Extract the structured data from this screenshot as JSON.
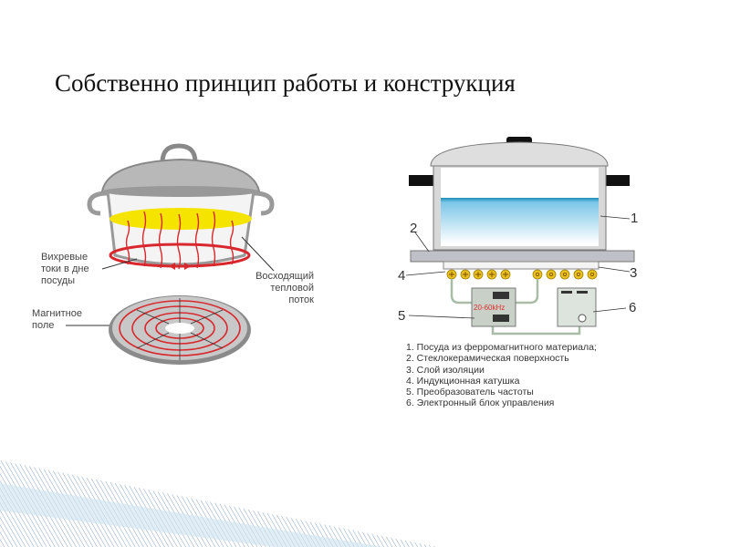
{
  "slide": {
    "title": "Собственно принцип работы и конструкция"
  },
  "left_diagram": {
    "labels": {
      "eddy_currents": [
        "Вихревые",
        "токи в дне",
        "посуды"
      ],
      "heat_flow": [
        "Восходящий",
        "тепловой",
        "поток"
      ],
      "magnetic_field": [
        "Магнитное",
        "поле"
      ]
    }
  },
  "right_diagram": {
    "callouts": [
      "1",
      "2",
      "3",
      "4",
      "5",
      "6"
    ],
    "board_label": "20-60kHz",
    "legend": [
      "1. Посуда из ферромагнитного материала;",
      "2. Стеклокерамическая поверхность",
      "3. Слой изоляции",
      "4. Индукционная катушка",
      "5. Преобразователь частоты",
      "6. Электронный блок управления"
    ]
  },
  "colors": {
    "accent_red": "#d8282e",
    "yellow": "#f5e400",
    "water": "#7cc6e8",
    "coil": "#e8c020"
  }
}
